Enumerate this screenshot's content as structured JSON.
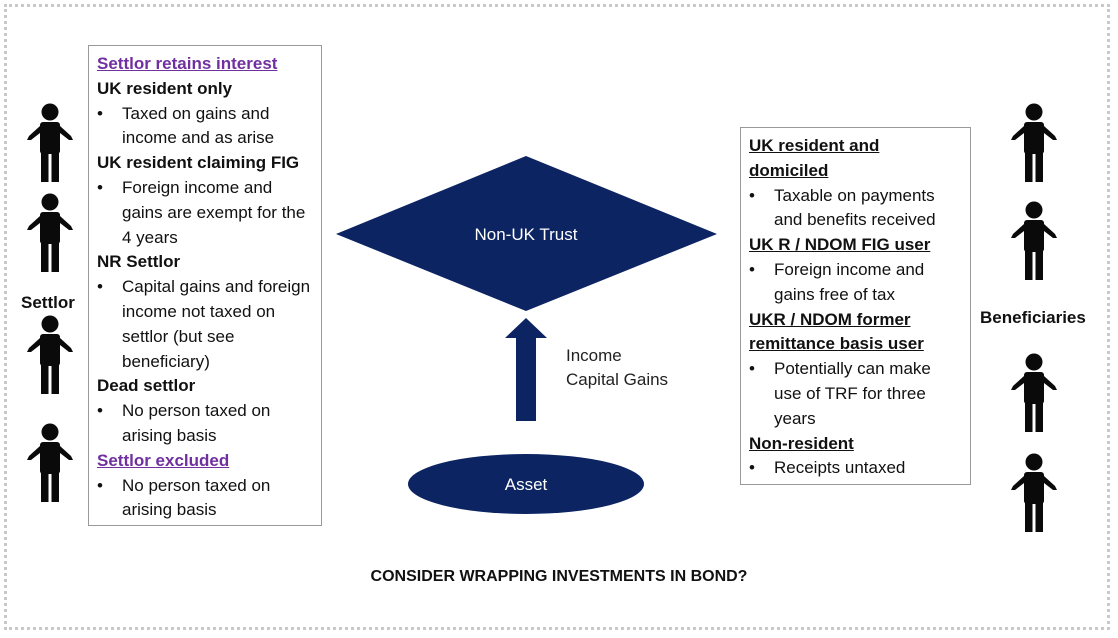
{
  "settlor_label": "Settlor",
  "beneficiaries_label": "Beneficiaries",
  "left_box": {
    "sections": [
      {
        "heading": "Settlor retains interest",
        "style": "link",
        "bullets": []
      },
      {
        "heading": "UK resident only",
        "style": "bold",
        "bullets": [
          "Taxed on gains and income and as arise"
        ]
      },
      {
        "heading": "UK resident claiming FIG",
        "style": "bold",
        "bullets": [
          "Foreign income and gains are exempt for the 4 years"
        ]
      },
      {
        "heading": "NR Settlor",
        "style": "bold",
        "bullets": [
          "Capital gains and foreign income not taxed on settlor (but see beneficiary)"
        ]
      },
      {
        "heading": "Dead settlor",
        "style": "bold",
        "bullets": [
          "No person taxed on arising basis"
        ]
      },
      {
        "heading": "Settlor excluded",
        "style": "link",
        "bullets": [
          "No person taxed on arising basis"
        ]
      }
    ]
  },
  "right_box": {
    "sections": [
      {
        "heading": "UK resident and domiciled",
        "style": "underline",
        "bullets": [
          "Taxable on payments and benefits received"
        ]
      },
      {
        "heading": "UK R / NDOM FIG user",
        "style": "underline",
        "bullets": [
          "Foreign income and gains free of tax"
        ]
      },
      {
        "heading": "UKR / NDOM former remittance basis user",
        "style": "underline",
        "bullets": [
          "Potentially can make use of TRF for three years"
        ]
      },
      {
        "heading": "Non-resident",
        "style": "underline",
        "bullets": [
          "Receipts untaxed"
        ]
      }
    ]
  },
  "trust_label": "Non-UK Trust",
  "asset_label": "Asset",
  "flow_label_1": "Income",
  "flow_label_2": "Capital Gains",
  "footer": "CONSIDER WRAPPING INVESTMENTS IN BOND?",
  "colors": {
    "shape_fill": "#0d2463",
    "person": "#0a0a0a",
    "link_purple": "#7030a0",
    "border": "#999999"
  },
  "icons": {
    "person": "person-shrug-icon"
  }
}
